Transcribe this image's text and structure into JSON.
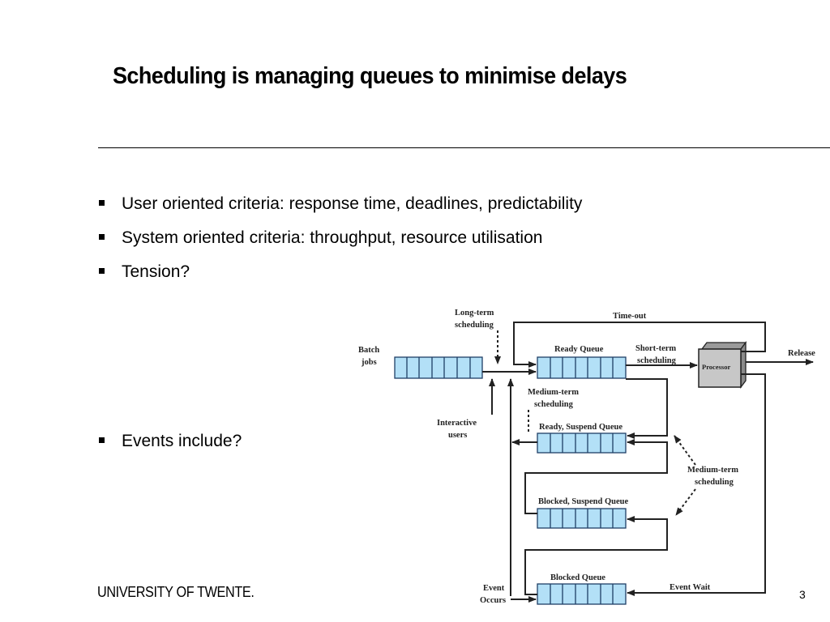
{
  "slide": {
    "title": "Scheduling is managing queues to minimise delays",
    "bullets": [
      "User oriented criteria: response time, deadlines, predictability",
      "System oriented criteria: throughput, resource utilisation",
      "Tension?",
      "Events include?"
    ],
    "footer_logo": "UNIVERSITY OF TWENTE.",
    "page_number": "3"
  },
  "diagram": {
    "batch_jobs": [
      "Batch",
      "jobs"
    ],
    "long_term": [
      "Long-term",
      "scheduling"
    ],
    "interactive_users": [
      "Interactive",
      "users"
    ],
    "ready_queue": "Ready Queue",
    "short_term": [
      "Short-term",
      "scheduling"
    ],
    "processor": "Processor",
    "release": "Release",
    "time_out": "Time-out",
    "medium_term_1": [
      "Medium-term",
      "scheduling"
    ],
    "ready_suspend_queue": "Ready, Suspend Queue",
    "medium_term_2": [
      "Medium-term",
      "scheduling"
    ],
    "blocked_suspend_queue": "Blocked, Suspend Queue",
    "blocked_queue": "Blocked Queue",
    "event_wait": "Event Wait",
    "event_occurs": [
      "Event",
      "Occurs"
    ]
  }
}
